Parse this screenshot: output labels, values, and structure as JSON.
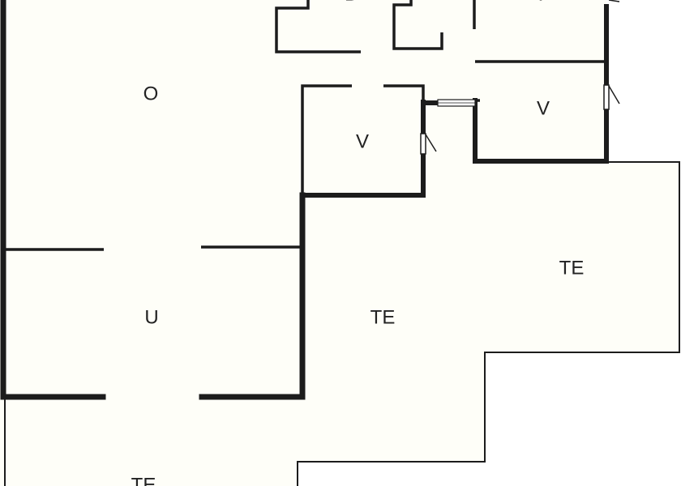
{
  "colors": {
    "wall": "#1c1c1c",
    "outline": "#1c1c1c",
    "fill": "#fefef8",
    "background": "#ffffff"
  },
  "rooms": {
    "o": "O",
    "u": "U",
    "te_center": "TE",
    "te_right": "TE",
    "te_bottom": "TE",
    "v_center": "V",
    "v_right": "V",
    "v_top": "V",
    "b_top": "B"
  }
}
